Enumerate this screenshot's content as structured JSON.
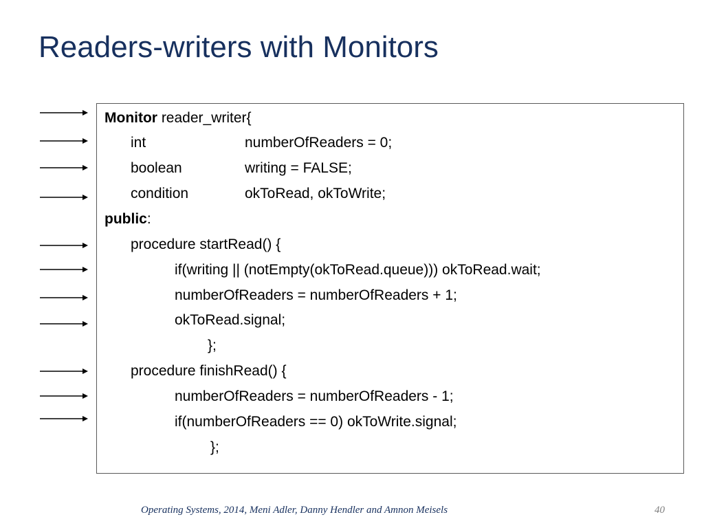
{
  "slide": {
    "title": "Readers-writers with Monitors",
    "footer": "Operating Systems, 2014, Meni Adler, Danny Hendler and Amnon Meisels",
    "page_number": "40"
  },
  "code": {
    "line1": {
      "keyword": "Monitor",
      "rest": " reader_writer{"
    },
    "line2": {
      "type": "int",
      "decl": "numberOfReaders = 0;"
    },
    "line3": {
      "type": "boolean",
      "decl": "writing = FALSE;"
    },
    "line4": {
      "type": "condition",
      "decl": "okToRead, okToWrite;"
    },
    "line5": {
      "keyword": "public",
      "rest": ":"
    },
    "line6": "procedure startRead() {",
    "line7": "if(writing || (notEmpty(okToRead.queue)))  okToRead.wait;",
    "line8": "numberOfReaders = numberOfReaders + 1;",
    "line9": "okToRead.signal;",
    "line10": "};",
    "line11": "procedure finishRead() {",
    "line12": "numberOfReaders = numberOfReaders - 1;",
    "line13": "if(numberOfReaders == 0) okToWrite.signal;",
    "line14": "};"
  },
  "arrows": {
    "icon": "right-arrow-icon",
    "color": "#000000"
  }
}
